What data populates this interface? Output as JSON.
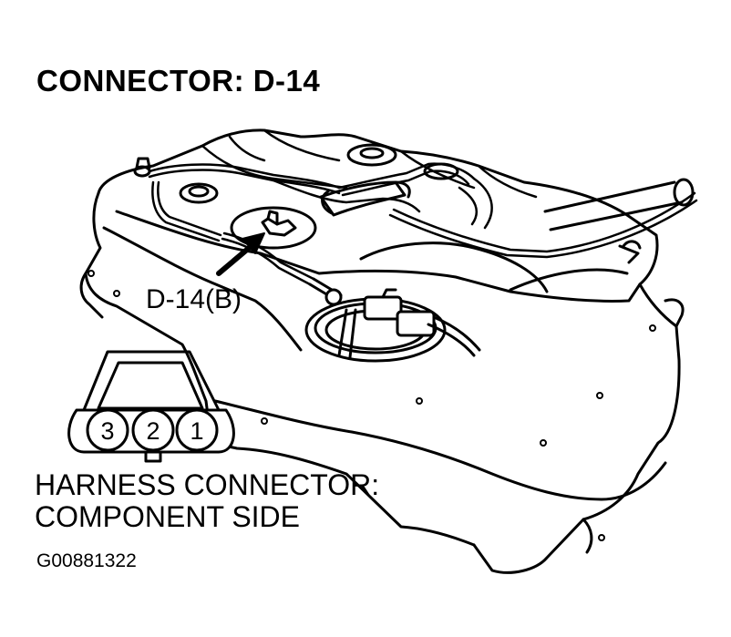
{
  "title": "CONNECTOR: D-14",
  "callout_label": "D-14(B)",
  "connector_pins": [
    "3",
    "2",
    "1"
  ],
  "harness_caption": {
    "line1": "HARNESS CONNECTOR:",
    "line2": "COMPONENT SIDE"
  },
  "figure_id": "G00881322",
  "icons": [
    "fuel-tank-drawing",
    "connector-face-icon",
    "pointer-arrow-icon"
  ],
  "colors": {
    "ink": "#000000",
    "paper": "#ffffff"
  }
}
